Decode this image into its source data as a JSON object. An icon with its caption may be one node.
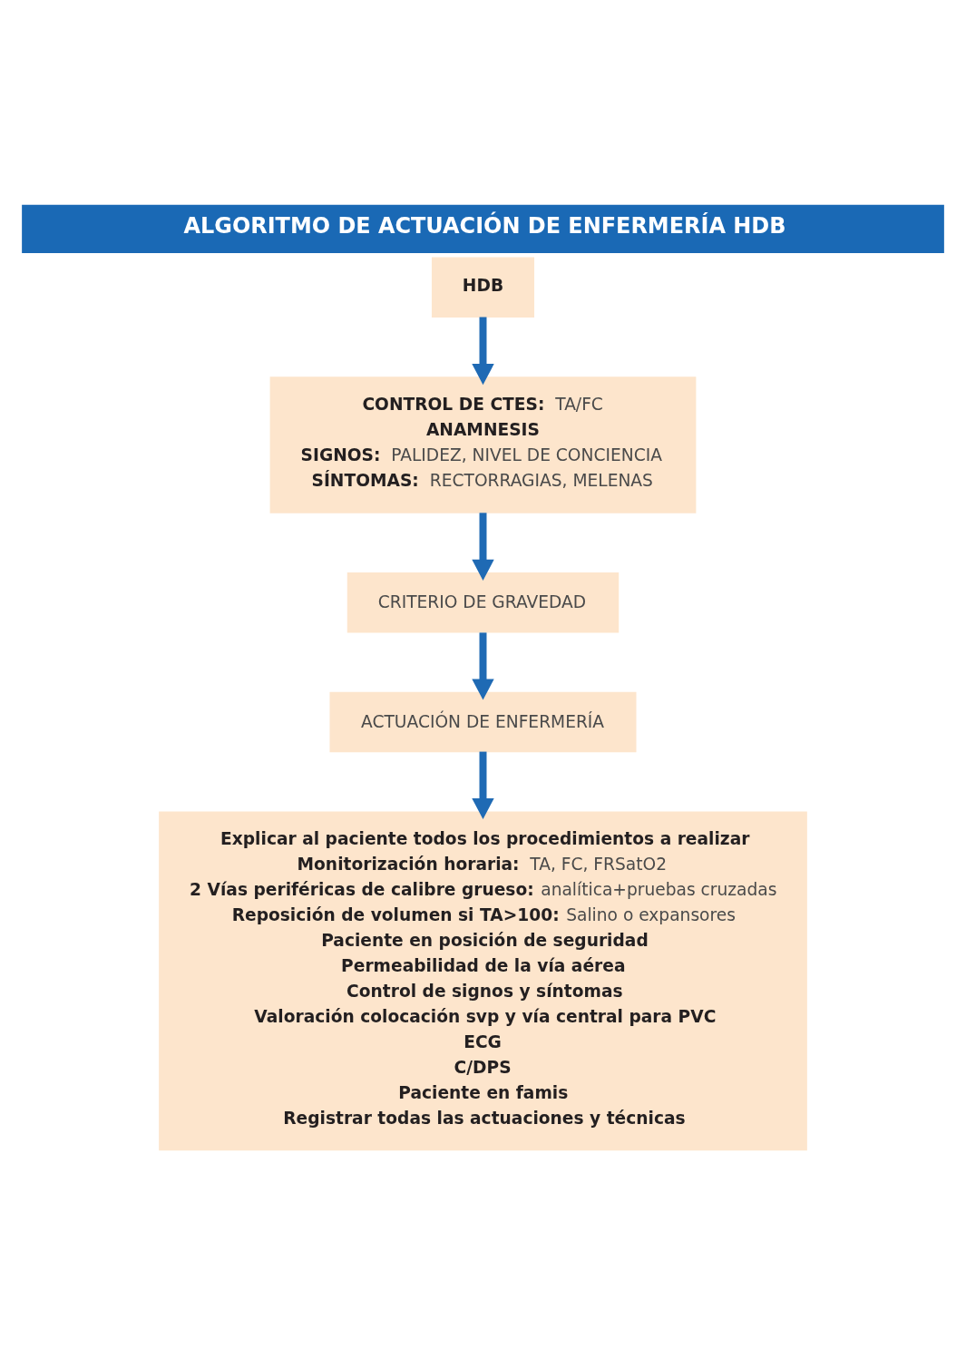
{
  "diagram": {
    "title": "ALGORITMO DE ACTUACIÓN DE ENFERMERÍA HDB",
    "nodes": [
      {
        "text": [
          "HDB"
        ]
      },
      {
        "text": [
          "**CONTROL DE CTES:** TA/FC",
          "**ANAMNESIS**",
          "**SIGNOS:** PALIDEZ, NIVEL DE CONCIENCIA",
          "**SÍNTOMAS:** RECTORRAGIAS, MELENAS"
        ]
      },
      {
        "text": [
          "CRITERIO DE GRAVEDAD"
        ]
      },
      {
        "text": [
          "ACTUACIÓN DE ENFERMERÍA"
        ]
      },
      {
        "text": [
          "**Explicar al paciente todos los procedimientos a realizar**",
          "**Monitorización horaria:** TA, FC, FRSatO2",
          "**2 Vías periféricas de calibre grueso:** analítica+pruebas cruzadas",
          "**Reposición de volumen si TA>100:** Salino o expansores",
          "**Paciente en posición de seguridad**",
          "**Permeabilidad de la vía aérea**",
          "**Control de signos y síntomas**",
          "**Valoración colocación svp y vía central para PVC**",
          "**ECG**",
          "**C/DPS**",
          "**Paciente en famis**",
          "**Registrar todas las actuaciones y técnicas**"
        ]
      }
    ],
    "edges": [
      {
        "from": 0,
        "to": 1,
        "arrow": "to"
      },
      {
        "from": 1,
        "to": 2,
        "arrow": "to"
      },
      {
        "from": 2,
        "to": 3,
        "arrow": "to"
      },
      {
        "from": 3,
        "to": 4,
        "arrow": "to"
      }
    ]
  }
}
